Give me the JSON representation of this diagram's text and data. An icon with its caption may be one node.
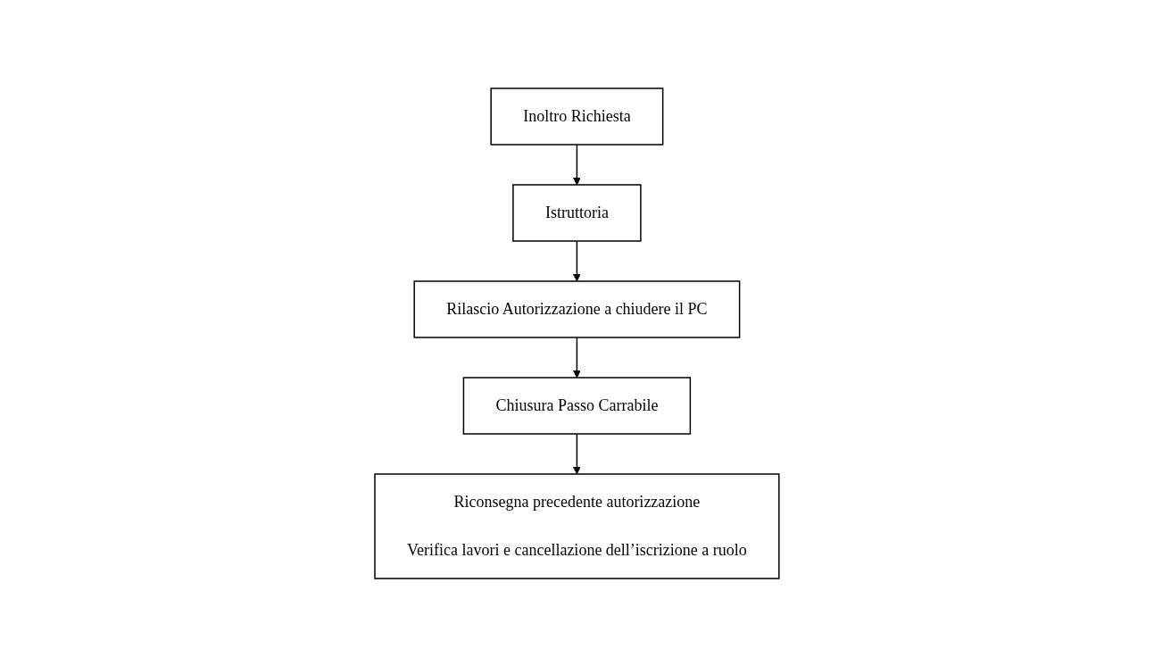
{
  "diagram": {
    "nodes": [
      {
        "text": [
          "Inoltro Richiesta"
        ]
      },
      {
        "text": [
          "Istruttoria"
        ]
      },
      {
        "text": [
          "Rilascio Autorizzazione a chiudere il PC"
        ]
      },
      {
        "text": [
          "Chiusura Passo Carrabile"
        ]
      },
      {
        "text": [
          "Riconsegna precedente autorizzazione",
          "Verifica lavori e cancellazione dell’iscrizione a ruolo"
        ]
      }
    ],
    "edges": [
      {
        "from": 0,
        "to": 1,
        "arrow": "to"
      },
      {
        "from": 1,
        "to": 2,
        "arrow": "to"
      },
      {
        "from": 2,
        "to": 3,
        "arrow": "to"
      },
      {
        "from": 3,
        "to": 4,
        "arrow": "to"
      }
    ]
  }
}
